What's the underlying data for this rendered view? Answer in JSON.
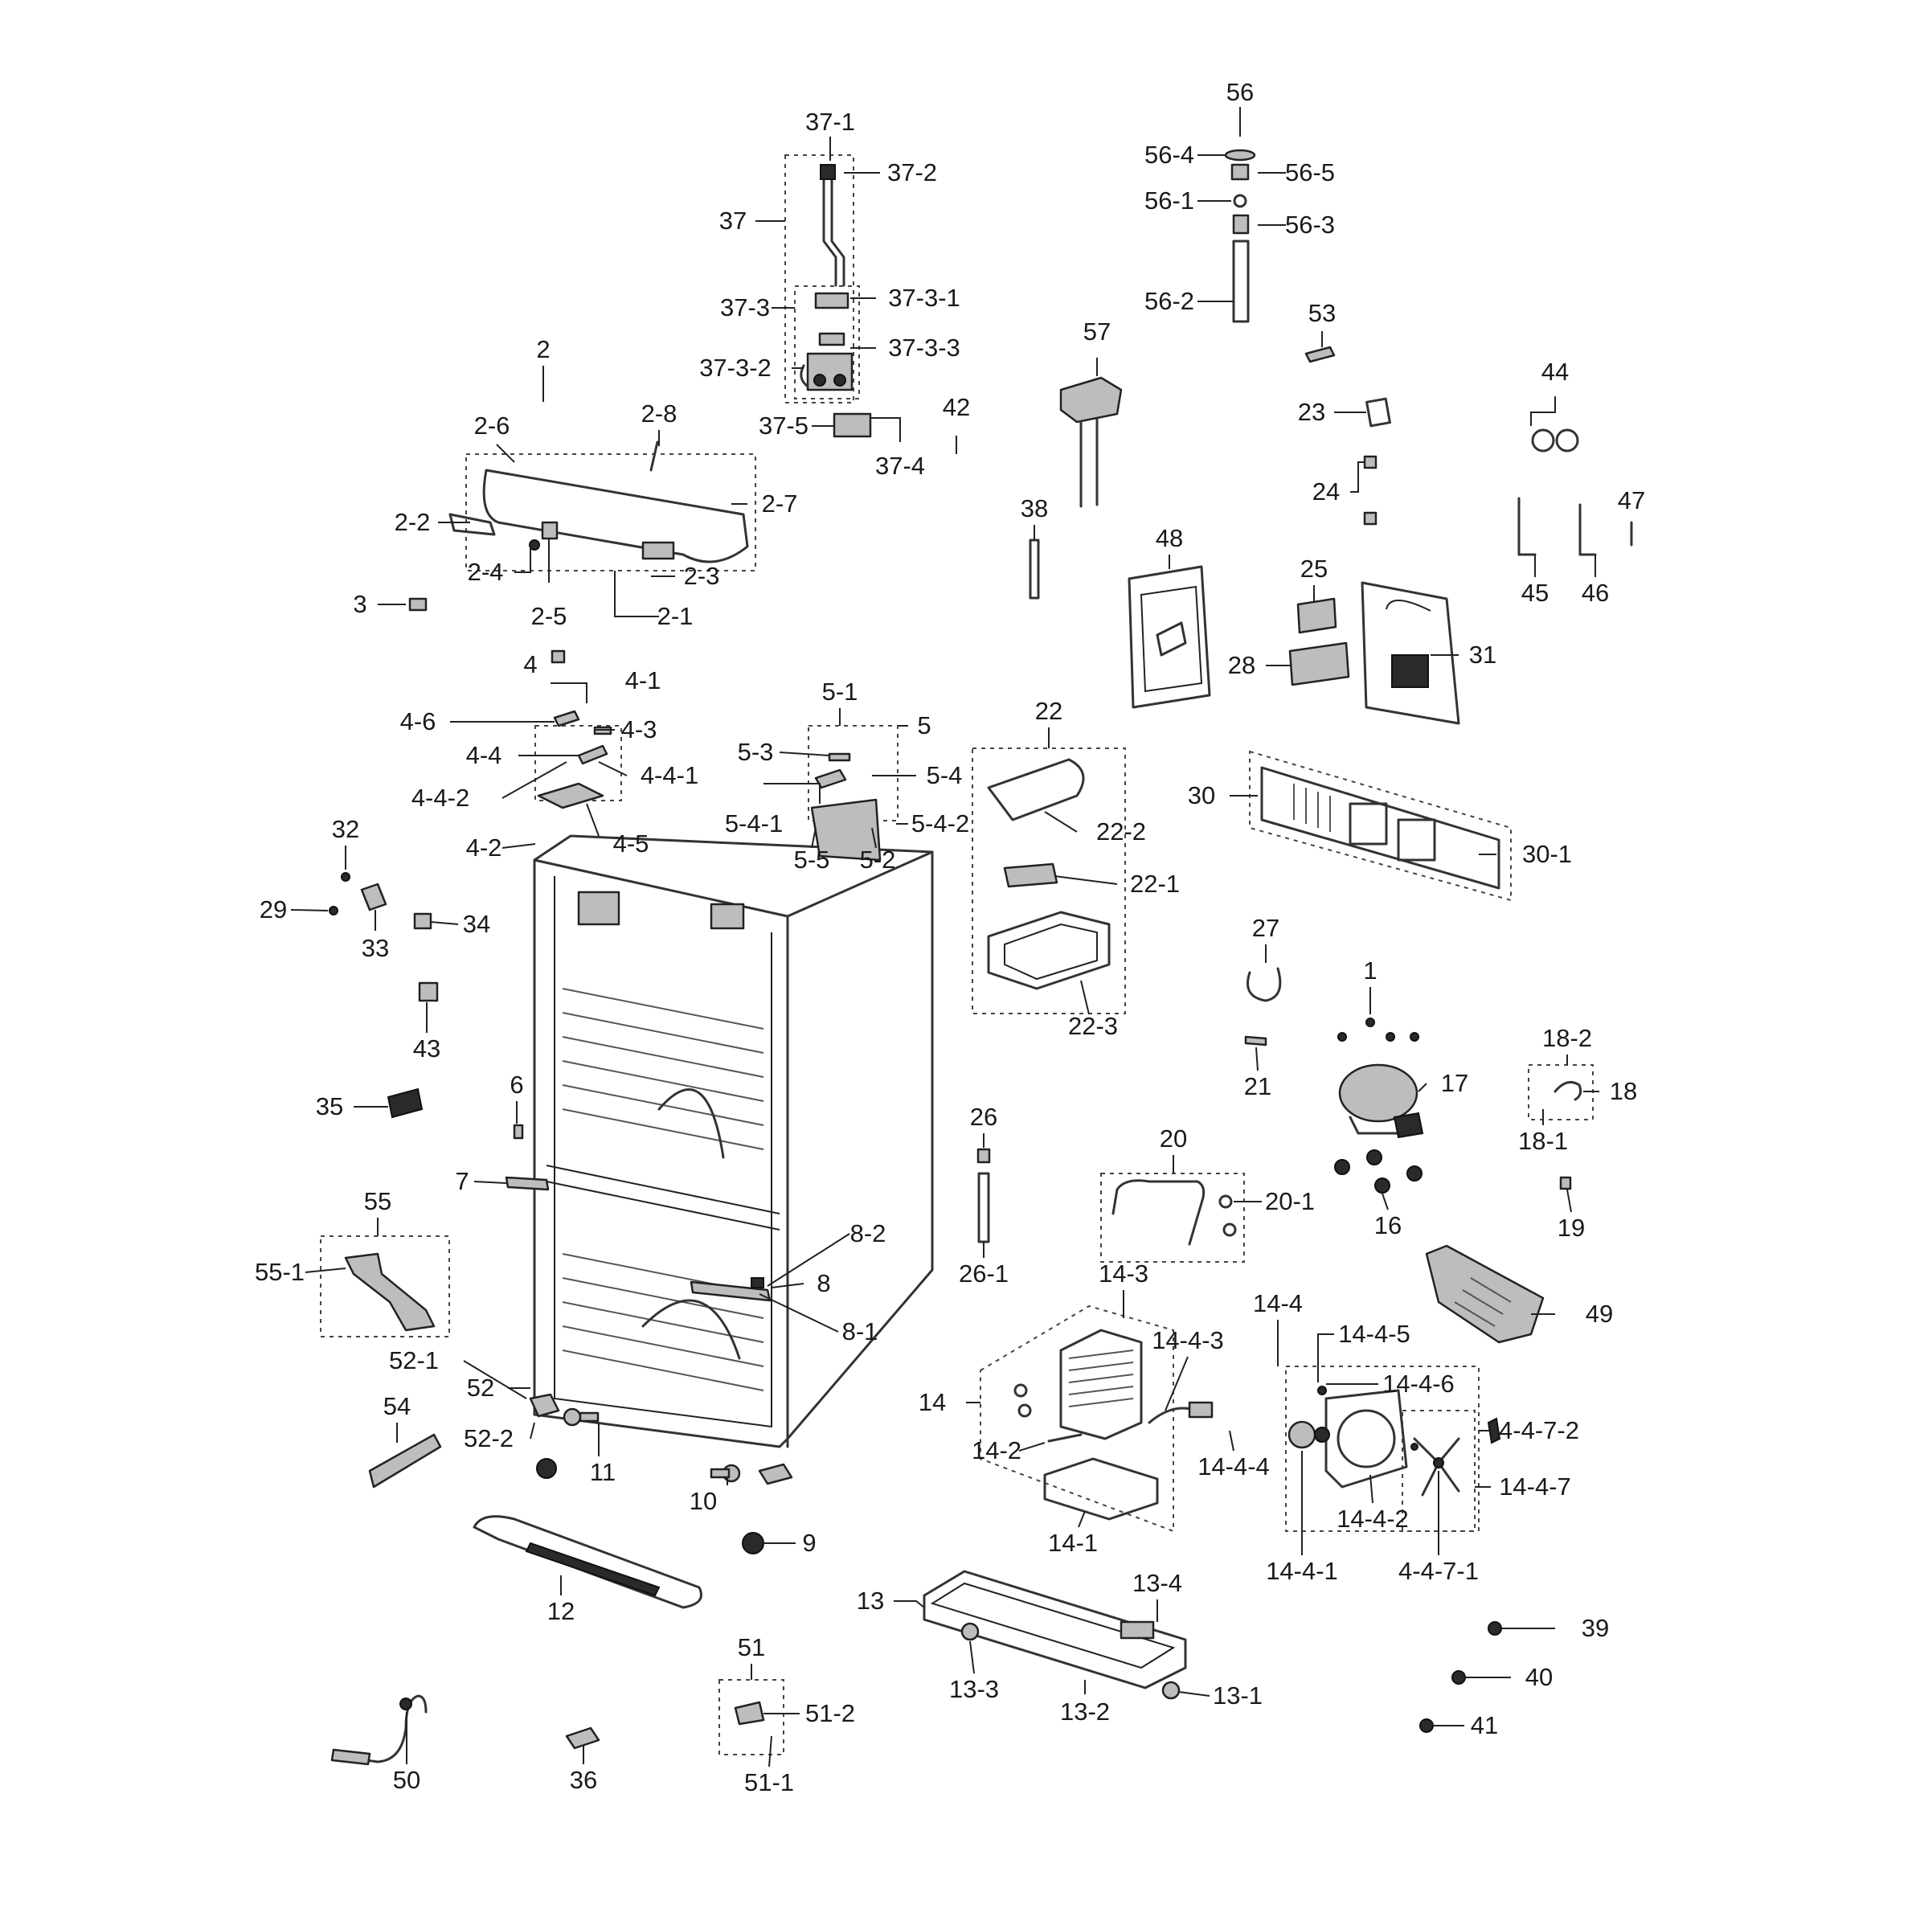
{
  "callouts": [
    {
      "id": "56",
      "text": "56"
    },
    {
      "id": "56-4",
      "text": "56-4"
    },
    {
      "id": "56-5",
      "text": "56-5"
    },
    {
      "id": "56-1",
      "text": "56-1"
    },
    {
      "id": "56-3",
      "text": "56-3"
    },
    {
      "id": "56-2",
      "text": "56-2"
    },
    {
      "id": "37-1",
      "text": "37-1"
    },
    {
      "id": "37-2",
      "text": "37-2"
    },
    {
      "id": "37",
      "text": "37"
    },
    {
      "id": "37-3",
      "text": "37-3"
    },
    {
      "id": "37-3-1",
      "text": "37-3-1"
    },
    {
      "id": "37-3-3",
      "text": "37-3-3"
    },
    {
      "id": "37-3-2",
      "text": "37-3-2"
    },
    {
      "id": "37-5",
      "text": "37-5"
    },
    {
      "id": "37-4",
      "text": "37-4"
    },
    {
      "id": "42",
      "text": "42"
    },
    {
      "id": "57",
      "text": "57"
    },
    {
      "id": "53",
      "text": "53"
    },
    {
      "id": "44",
      "text": "44"
    },
    {
      "id": "23",
      "text": "23"
    },
    {
      "id": "24",
      "text": "24"
    },
    {
      "id": "45",
      "text": "45"
    },
    {
      "id": "46",
      "text": "46"
    },
    {
      "id": "47",
      "text": "47"
    },
    {
      "id": "38",
      "text": "38"
    },
    {
      "id": "48",
      "text": "48"
    },
    {
      "id": "25",
      "text": "25"
    },
    {
      "id": "28",
      "text": "28"
    },
    {
      "id": "31",
      "text": "31"
    },
    {
      "id": "2",
      "text": "2"
    },
    {
      "id": "2-6",
      "text": "2-6"
    },
    {
      "id": "2-8",
      "text": "2-8"
    },
    {
      "id": "2-7",
      "text": "2-7"
    },
    {
      "id": "2-2",
      "text": "2-2"
    },
    {
      "id": "2-4",
      "text": "2-4"
    },
    {
      "id": "2-3",
      "text": "2-3"
    },
    {
      "id": "2-5",
      "text": "2-5"
    },
    {
      "id": "2-1",
      "text": "2-1"
    },
    {
      "id": "3",
      "text": "3"
    },
    {
      "id": "4",
      "text": "4"
    },
    {
      "id": "4-1",
      "text": "4-1"
    },
    {
      "id": "4-6",
      "text": "4-6"
    },
    {
      "id": "4-3",
      "text": "4-3"
    },
    {
      "id": "4-4",
      "text": "4-4"
    },
    {
      "id": "4-4-2",
      "text": "4-4-2"
    },
    {
      "id": "4-4-1",
      "text": "4-4-1"
    },
    {
      "id": "4-2",
      "text": "4-2"
    },
    {
      "id": "4-5",
      "text": "4-5"
    },
    {
      "id": "5-1",
      "text": "5-1"
    },
    {
      "id": "5",
      "text": "5"
    },
    {
      "id": "5-3",
      "text": "5-3"
    },
    {
      "id": "5-4",
      "text": "5-4"
    },
    {
      "id": "5-4-1",
      "text": "5-4-1"
    },
    {
      "id": "5-4-2",
      "text": "5-4-2"
    },
    {
      "id": "5-5",
      "text": "5-5"
    },
    {
      "id": "5-2",
      "text": "5-2"
    },
    {
      "id": "22",
      "text": "22"
    },
    {
      "id": "22-2",
      "text": "22-2"
    },
    {
      "id": "22-1",
      "text": "22-1"
    },
    {
      "id": "22-3",
      "text": "22-3"
    },
    {
      "id": "30",
      "text": "30"
    },
    {
      "id": "30-1",
      "text": "30-1"
    },
    {
      "id": "32",
      "text": "32"
    },
    {
      "id": "29",
      "text": "29"
    },
    {
      "id": "33",
      "text": "33"
    },
    {
      "id": "34",
      "text": "34"
    },
    {
      "id": "43",
      "text": "43"
    },
    {
      "id": "35",
      "text": "35"
    },
    {
      "id": "6",
      "text": "6"
    },
    {
      "id": "7",
      "text": "7"
    },
    {
      "id": "55",
      "text": "55"
    },
    {
      "id": "55-1",
      "text": "55-1"
    },
    {
      "id": "8-2",
      "text": "8-2"
    },
    {
      "id": "8",
      "text": "8"
    },
    {
      "id": "8-1",
      "text": "8-1"
    },
    {
      "id": "27",
      "text": "27"
    },
    {
      "id": "1",
      "text": "1"
    },
    {
      "id": "17",
      "text": "17"
    },
    {
      "id": "21",
      "text": "21"
    },
    {
      "id": "18-2",
      "text": "18-2"
    },
    {
      "id": "18",
      "text": "18"
    },
    {
      "id": "18-1",
      "text": "18-1"
    },
    {
      "id": "16",
      "text": "16"
    },
    {
      "id": "19",
      "text": "19"
    },
    {
      "id": "26",
      "text": "26"
    },
    {
      "id": "26-1",
      "text": "26-1"
    },
    {
      "id": "20",
      "text": "20"
    },
    {
      "id": "20-1",
      "text": "20-1"
    },
    {
      "id": "49",
      "text": "49"
    },
    {
      "id": "14-3",
      "text": "14-3"
    },
    {
      "id": "14-4",
      "text": "14-4"
    },
    {
      "id": "14-4-5",
      "text": "14-4-5"
    },
    {
      "id": "14-4-3",
      "text": "14-4-3"
    },
    {
      "id": "14-4-6",
      "text": "14-4-6"
    },
    {
      "id": "14",
      "text": "14"
    },
    {
      "id": "4-4-7-2",
      "text": "4-4-7-2"
    },
    {
      "id": "14-2",
      "text": "14-2"
    },
    {
      "id": "14-4-4",
      "text": "14-4-4"
    },
    {
      "id": "14-4-7",
      "text": "14-4-7"
    },
    {
      "id": "14-4-2",
      "text": "14-4-2"
    },
    {
      "id": "14-1",
      "text": "14-1"
    },
    {
      "id": "14-4-1",
      "text": "14-4-1"
    },
    {
      "id": "4-4-7-1",
      "text": "4-4-7-1"
    },
    {
      "id": "52-1",
      "text": "52-1"
    },
    {
      "id": "52",
      "text": "52"
    },
    {
      "id": "52-2",
      "text": "52-2"
    },
    {
      "id": "11",
      "text": "11"
    },
    {
      "id": "54",
      "text": "54"
    },
    {
      "id": "10",
      "text": "10"
    },
    {
      "id": "9",
      "text": "9"
    },
    {
      "id": "12",
      "text": "12"
    },
    {
      "id": "13",
      "text": "13"
    },
    {
      "id": "13-4",
      "text": "13-4"
    },
    {
      "id": "13-3",
      "text": "13-3"
    },
    {
      "id": "13-2",
      "text": "13-2"
    },
    {
      "id": "13-1",
      "text": "13-1"
    },
    {
      "id": "39",
      "text": "39"
    },
    {
      "id": "40",
      "text": "40"
    },
    {
      "id": "41",
      "text": "41"
    },
    {
      "id": "51",
      "text": "51"
    },
    {
      "id": "51-2",
      "text": "51-2"
    },
    {
      "id": "51-1",
      "text": "51-1"
    },
    {
      "id": "50",
      "text": "50"
    },
    {
      "id": "36",
      "text": "36"
    }
  ]
}
